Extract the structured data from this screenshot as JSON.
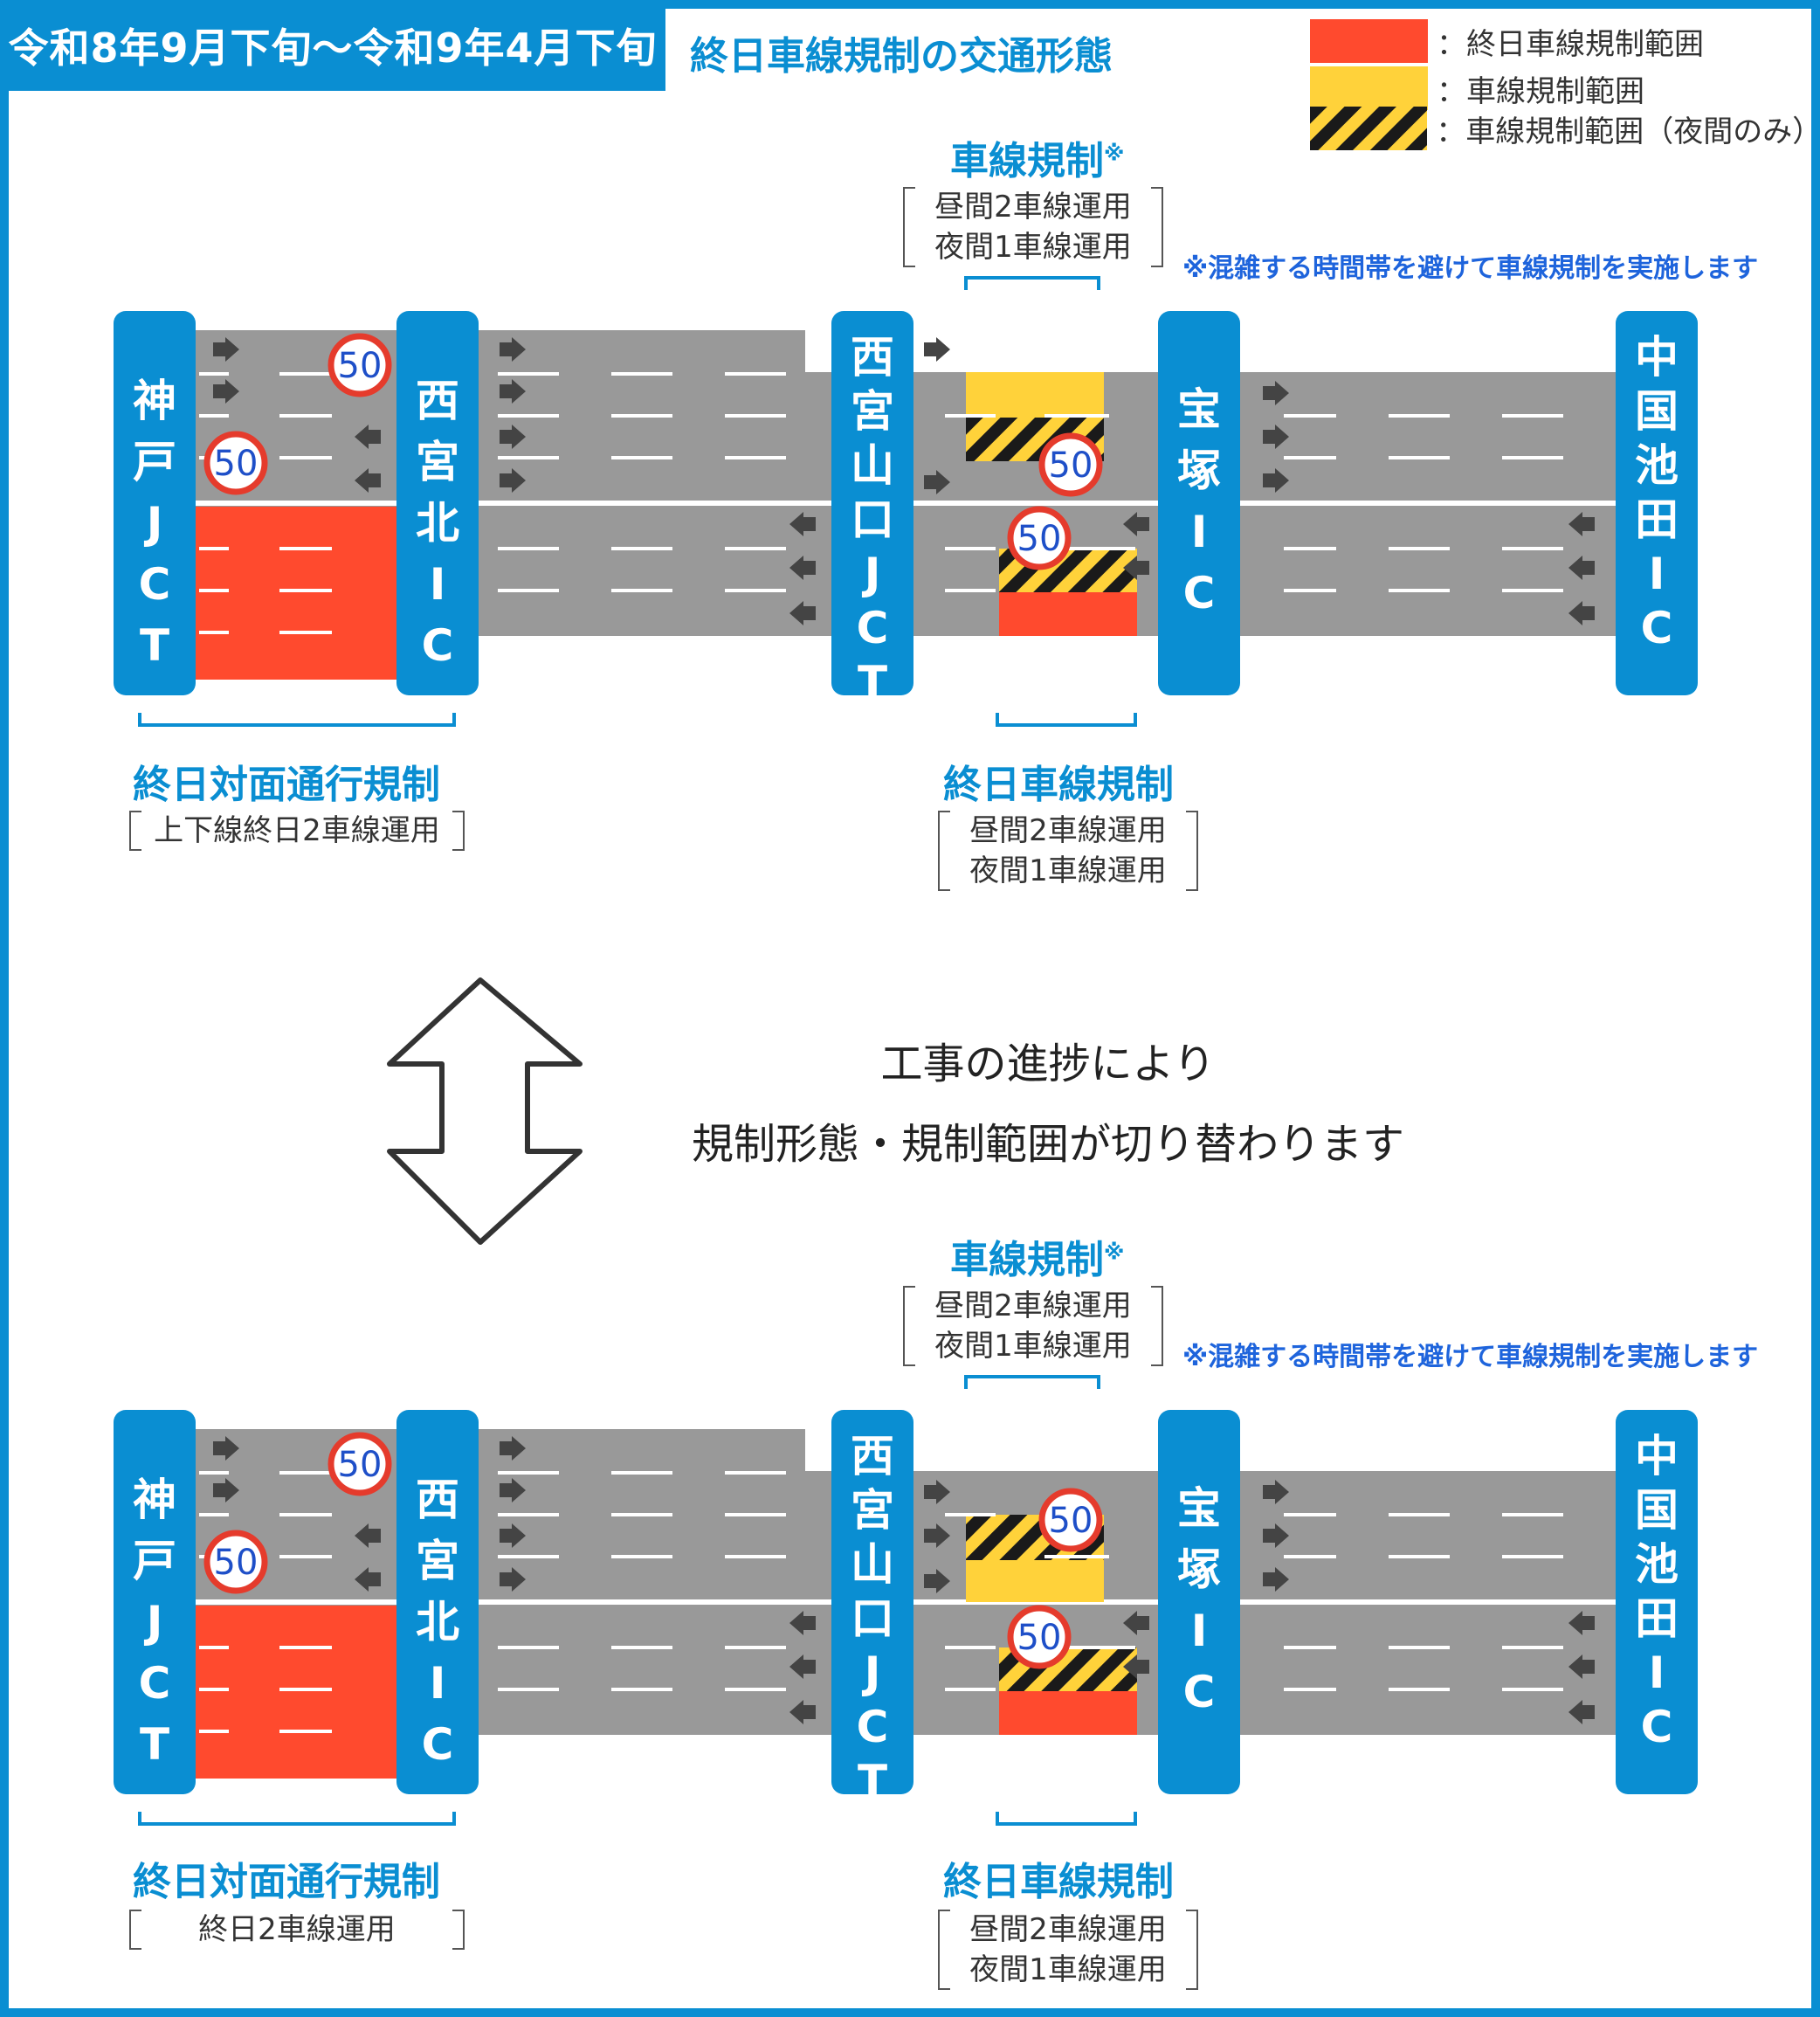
{
  "header": {
    "period": "令和8年9月下旬〜令和9年4月下旬",
    "title": "終日車線規制の交通形態"
  },
  "legend": [
    {
      "label": "：終日車線規制範囲",
      "type": "red"
    },
    {
      "label": "：車線規制範囲",
      "type": "yellow"
    },
    {
      "label": "：車線規制範囲（夜間のみ）",
      "type": "hatched"
    }
  ],
  "colors": {
    "brand_blue": "#0a8ed2",
    "road_gray": "#999999",
    "red": "#ff4a2e",
    "yellow": "#ffd23a",
    "black": "#1a1a1a",
    "note_blue": "#1e64dc"
  },
  "interchanges": [
    {
      "id": "kobe",
      "label": "神戸JCT"
    },
    {
      "id": "nishinomiyakita",
      "label": "西宮北IC"
    },
    {
      "id": "yamaguchi",
      "label": "西宮山口JCT"
    },
    {
      "id": "takarazuka",
      "label": "宝塚IC"
    },
    {
      "id": "ikeda",
      "label": "中国池田IC"
    }
  ],
  "speed_sign": "50",
  "top_diagram": {
    "lane_reg_title": "車線規制",
    "lane_reg_mark": "※",
    "lane_reg_lines": [
      "昼間2車線運用",
      "夜間1車線運用"
    ],
    "note": "※混雑する時間帯を避けて車線規制を実施します",
    "left_title": "終日対面通行規制",
    "left_lines": [
      "上下線終日2車線運用"
    ],
    "right_title": "終日車線規制",
    "right_lines": [
      "昼間2車線運用",
      "夜間1車線運用"
    ]
  },
  "middle": {
    "line1": "工事の進捗により",
    "line2": "規制形態・規制範囲が切り替わります"
  },
  "bottom_diagram": {
    "lane_reg_title": "車線規制",
    "lane_reg_mark": "※",
    "lane_reg_lines": [
      "昼間2車線運用",
      "夜間1車線運用"
    ],
    "note": "※混雑する時間帯を避けて車線規制を実施します",
    "left_title": "終日対面通行規制",
    "left_lines": [
      "終日2車線運用"
    ],
    "right_title": "終日車線規制",
    "right_lines": [
      "昼間2車線運用",
      "夜間1車線運用"
    ]
  }
}
